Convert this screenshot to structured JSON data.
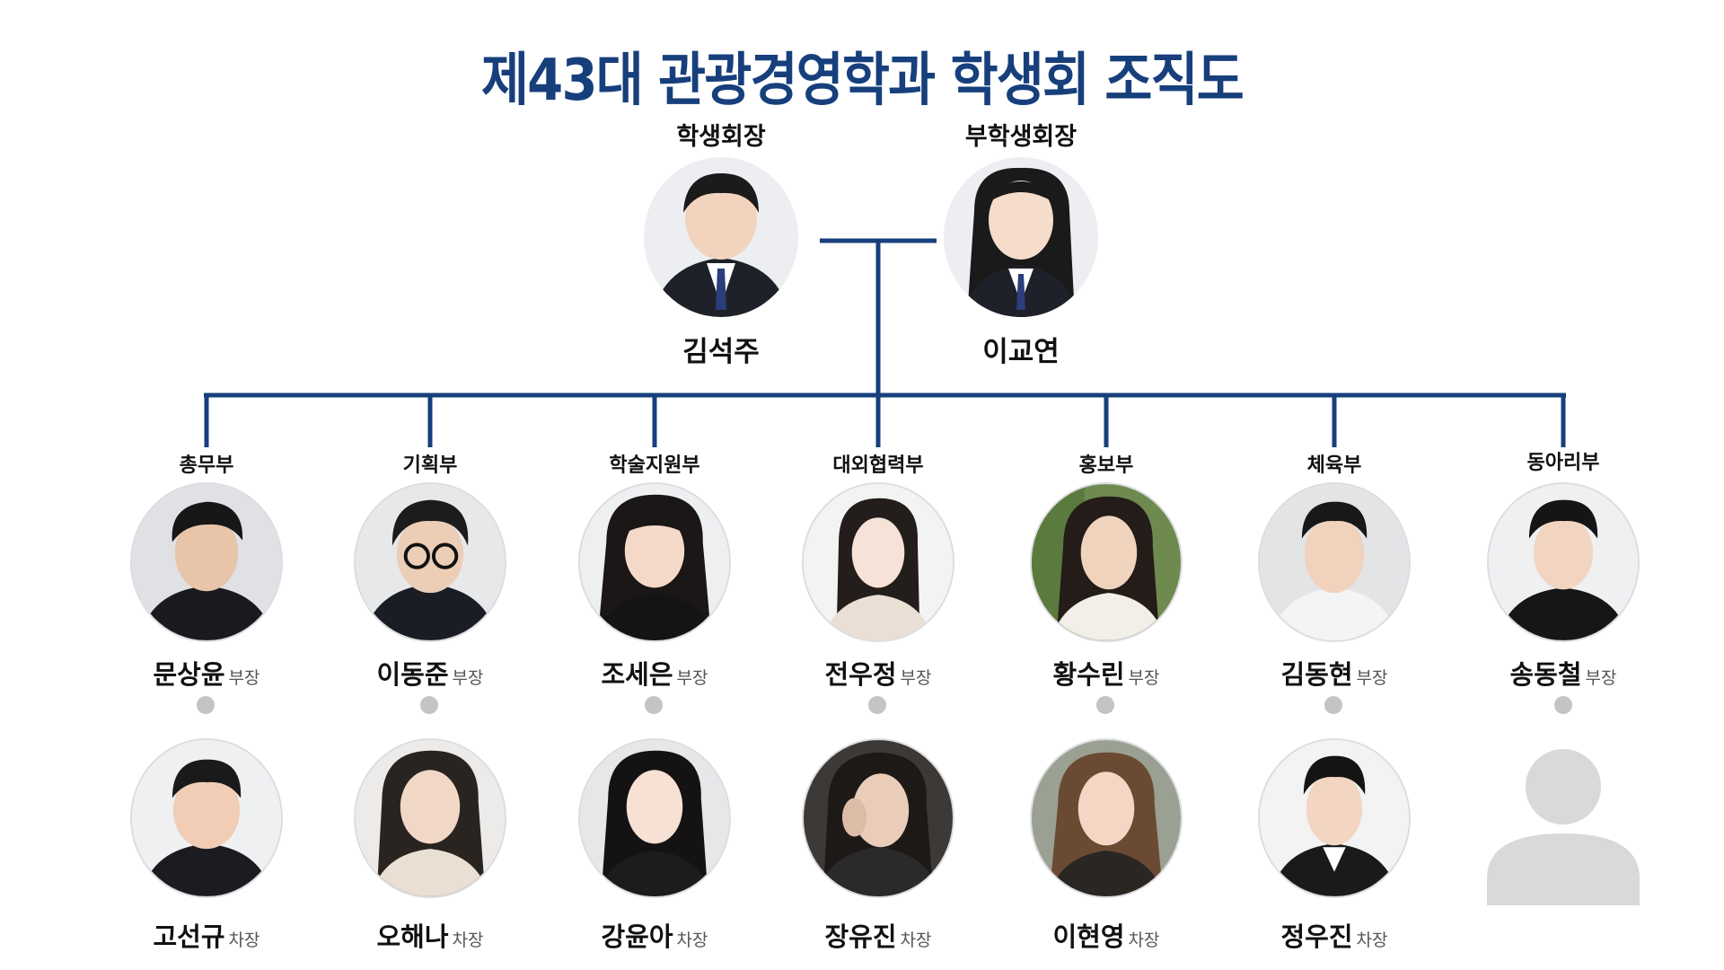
{
  "title": "제43대 관광경영학과 학생회 조직도",
  "colors": {
    "accent": "#173f7c",
    "line": "#173f7c",
    "dot": "#c4c4c4"
  },
  "leaders": [
    {
      "role": "학생회장",
      "name": "김석주",
      "icon": "male-portrait-icon"
    },
    {
      "role": "부학생회장",
      "name": "이교연",
      "icon": "female-portrait-icon"
    }
  ],
  "departments": [
    {
      "name": "총무부",
      "head": {
        "name": "문상윤",
        "rank": "부장"
      },
      "deputy": {
        "name": "고선규",
        "rank": "차장"
      }
    },
    {
      "name": "기획부",
      "head": {
        "name": "이동준",
        "rank": "부장"
      },
      "deputy": {
        "name": "오해나",
        "rank": "차장"
      }
    },
    {
      "name": "학술지원부",
      "head": {
        "name": "조세은",
        "rank": "부장"
      },
      "deputy": {
        "name": "강윤아",
        "rank": "차장"
      }
    },
    {
      "name": "대외협력부",
      "head": {
        "name": "전우정",
        "rank": "부장"
      },
      "deputy": {
        "name": "장유진",
        "rank": "차장"
      }
    },
    {
      "name": "홍보부",
      "head": {
        "name": "황수린",
        "rank": "부장"
      },
      "deputy": {
        "name": "이현영",
        "rank": "차장"
      }
    },
    {
      "name": "체육부",
      "head": {
        "name": "김동현",
        "rank": "부장"
      },
      "deputy": {
        "name": "정우진",
        "rank": "차장"
      }
    },
    {
      "name": "동아리부",
      "head": {
        "name": "송동철",
        "rank": "부장"
      },
      "deputy": null
    }
  ]
}
